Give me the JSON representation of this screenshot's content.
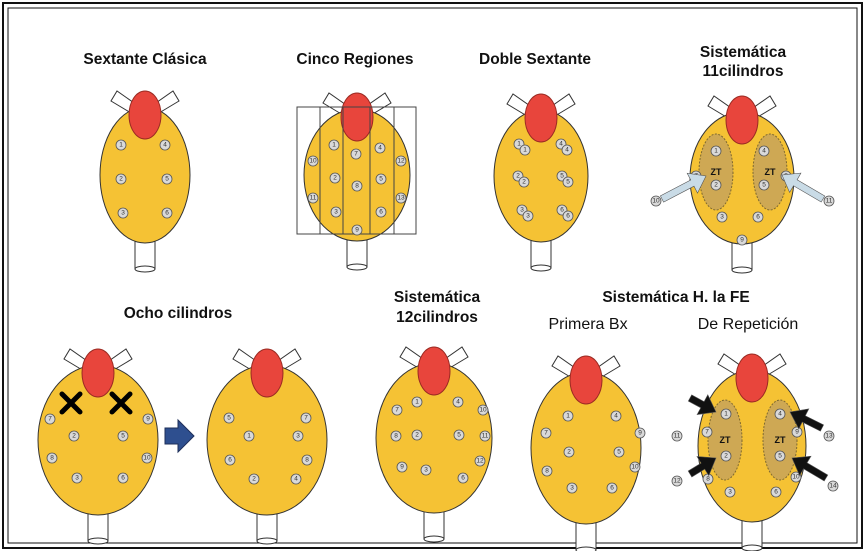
{
  "titles": {
    "sextante_clasica": "Sextante Clásica",
    "cinco_regiones": "Cinco Regiones",
    "doble_sextante": "Doble Sextante",
    "sistematica_11_l1": "Sistemática",
    "sistematica_11_l2": "11cilindros",
    "ocho_cilindros": "Ocho cilindros",
    "sistematica_12_l1": "Sistemática",
    "sistematica_12_l2": "12cilindros",
    "sistematica_fe": "Sistemática H. la FE",
    "primera_bx": "Primera Bx",
    "de_repeticion": "De Repetición"
  },
  "zone_label": "ZT",
  "colors": {
    "gland": "#f5c234",
    "urethra": "#e8453c",
    "site": "#d9d9d9",
    "zone": "#c8a45a",
    "outline": "#333333",
    "frame": "#111111",
    "arrow_blue": "#2e4f8f",
    "arrow_light": "#c9dbe6"
  },
  "diagrams": [
    {
      "key": "sextante",
      "sites": [
        "1",
        "2",
        "3",
        "4",
        "5",
        "6"
      ]
    },
    {
      "key": "cinco",
      "sites": [
        "1",
        "2",
        "3",
        "4",
        "5",
        "6",
        "7",
        "8",
        "9",
        "10",
        "11",
        "12",
        "13"
      ]
    },
    {
      "key": "doble",
      "sites": [
        "1",
        "1",
        "2",
        "2",
        "3",
        "3",
        "4",
        "4",
        "5",
        "5",
        "6",
        "6"
      ]
    },
    {
      "key": "sist11",
      "sites": [
        "1",
        "2",
        "3",
        "4",
        "5",
        "6",
        "7",
        "8",
        "9",
        "10",
        "11"
      ]
    },
    {
      "key": "ocho_a",
      "sites": [
        "2",
        "3",
        "5",
        "6",
        "7",
        "8",
        "9",
        "10"
      ]
    },
    {
      "key": "ocho_b",
      "sites": [
        "1",
        "2",
        "3",
        "4",
        "5",
        "6",
        "7",
        "8"
      ]
    },
    {
      "key": "sist12",
      "sites": [
        "1",
        "2",
        "3",
        "4",
        "5",
        "6",
        "7",
        "8",
        "9",
        "10",
        "11",
        "12"
      ]
    },
    {
      "key": "primera",
      "sites": [
        "1",
        "2",
        "3",
        "4",
        "5",
        "6",
        "7",
        "8",
        "9",
        "10"
      ]
    },
    {
      "key": "repeticion",
      "sites": [
        "1",
        "2",
        "3",
        "4",
        "5",
        "6",
        "7",
        "8",
        "9",
        "10",
        "11",
        "12",
        "13",
        "14"
      ]
    }
  ]
}
